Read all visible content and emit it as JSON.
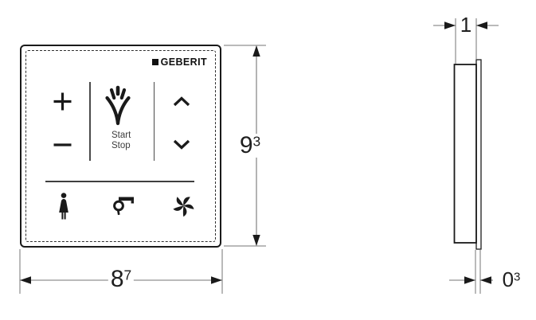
{
  "brand": {
    "logo_text": "GEBERIT",
    "logo_color": "#111111"
  },
  "front_view": {
    "description": "wall control panel front view",
    "controls": {
      "left_column_icons": [
        "plus",
        "minus"
      ],
      "center_icon": "spray",
      "start_stop": {
        "line1": "Start",
        "line2": "Stop"
      },
      "right_column_icons": [
        "chevron-up",
        "chevron-down"
      ],
      "bottom_row_icons": [
        "female-user",
        "hair-dryer",
        "fan"
      ]
    }
  },
  "side_view": {
    "description": "panel side profile with front plate"
  },
  "dimensions": {
    "height": {
      "base": "9",
      "sup": "3"
    },
    "width": {
      "base": "8",
      "sup": "7"
    },
    "depth_total": {
      "base": "1",
      "sup": ""
    },
    "depth_plate": {
      "base": "0",
      "sup": "3"
    }
  },
  "colors": {
    "drawing_line": "#1a1a1a",
    "dimension_line": "#757575",
    "icon": "#1a1a1a",
    "background": "#ffffff"
  }
}
